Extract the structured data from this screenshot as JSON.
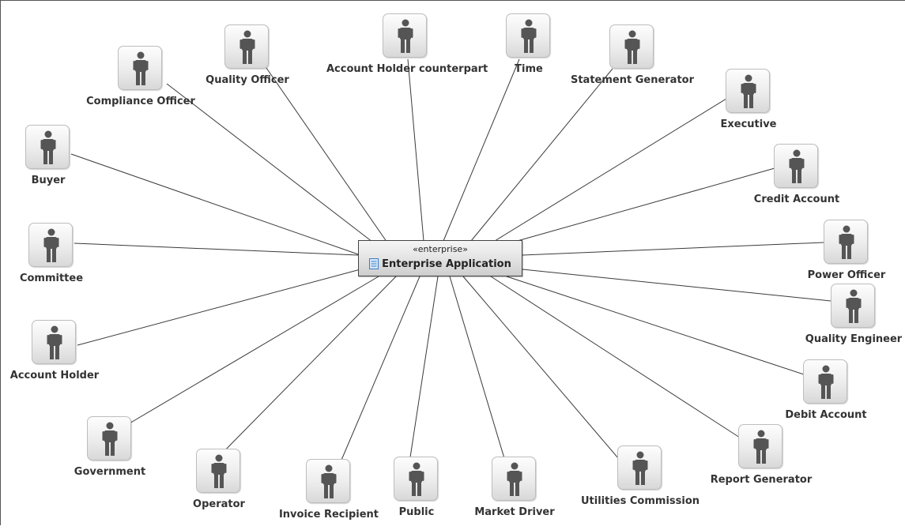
{
  "diagram": {
    "center": {
      "stereotype": "«enterprise»",
      "name": "Enterprise Application",
      "icon": "document-icon"
    },
    "actor_icon": "person-icon",
    "actors": [
      {
        "id": "compliance-officer",
        "label": "Compliance Officer"
      },
      {
        "id": "quality-officer",
        "label": "Quality Officer"
      },
      {
        "id": "account-holder-counterpart",
        "label": "Account Holder counterpart"
      },
      {
        "id": "time",
        "label": "Time"
      },
      {
        "id": "statement-generator",
        "label": "Statement Generator"
      },
      {
        "id": "executive",
        "label": "Executive"
      },
      {
        "id": "buyer",
        "label": "Buyer"
      },
      {
        "id": "credit-account",
        "label": "Credit Account"
      },
      {
        "id": "committee",
        "label": "Committee"
      },
      {
        "id": "power-officer",
        "label": "Power Officer"
      },
      {
        "id": "quality-engineer",
        "label": "Quality Engineer"
      },
      {
        "id": "account-holder",
        "label": "Account Holder"
      },
      {
        "id": "debit-account",
        "label": "Debit Account"
      },
      {
        "id": "government",
        "label": "Government"
      },
      {
        "id": "report-generator",
        "label": "Report Generator"
      },
      {
        "id": "operator",
        "label": "Operator"
      },
      {
        "id": "invoice-recipient",
        "label": "Invoice Recipient"
      },
      {
        "id": "public",
        "label": "Public"
      },
      {
        "id": "market-driver",
        "label": "Market Driver"
      },
      {
        "id": "utilities-commission",
        "label": "Utilities Commission"
      }
    ]
  }
}
